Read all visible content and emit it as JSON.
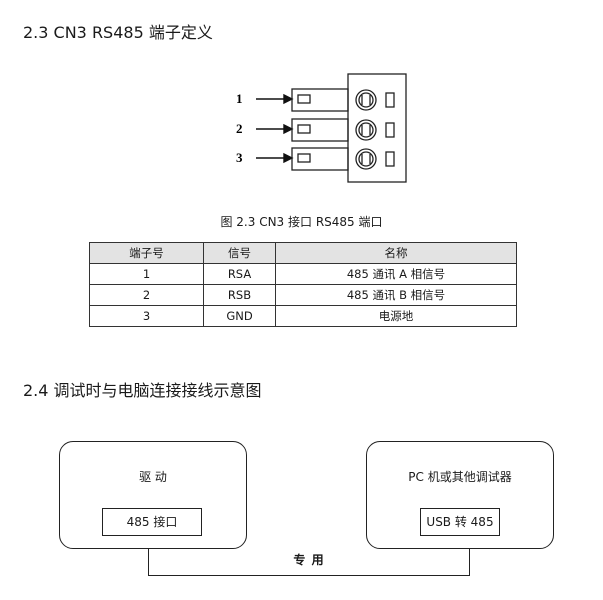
{
  "section1": {
    "heading": "2.3 CN3 RS485 端子定义"
  },
  "figure": {
    "pin_labels": [
      "1",
      "2",
      "3"
    ],
    "caption": "图 2.3 CN3 接口 RS485 端口"
  },
  "pin_table": {
    "headers": [
      "端子号",
      "信号",
      "名称"
    ],
    "rows": [
      [
        "1",
        "RSA",
        "485 通讯 A 相信号"
      ],
      [
        "2",
        "RSB",
        "485 通讯 B 相信号"
      ],
      [
        "3",
        "GND",
        "电源地"
      ]
    ]
  },
  "section2": {
    "heading": "2.4  调试时与电脑连接接线示意图"
  },
  "diagram": {
    "drive": {
      "title": "驱 动",
      "port": "485 接口"
    },
    "pc": {
      "title": "PC 机或其他调试器",
      "port": "USB 转 485"
    },
    "cable_label": "专 用"
  }
}
